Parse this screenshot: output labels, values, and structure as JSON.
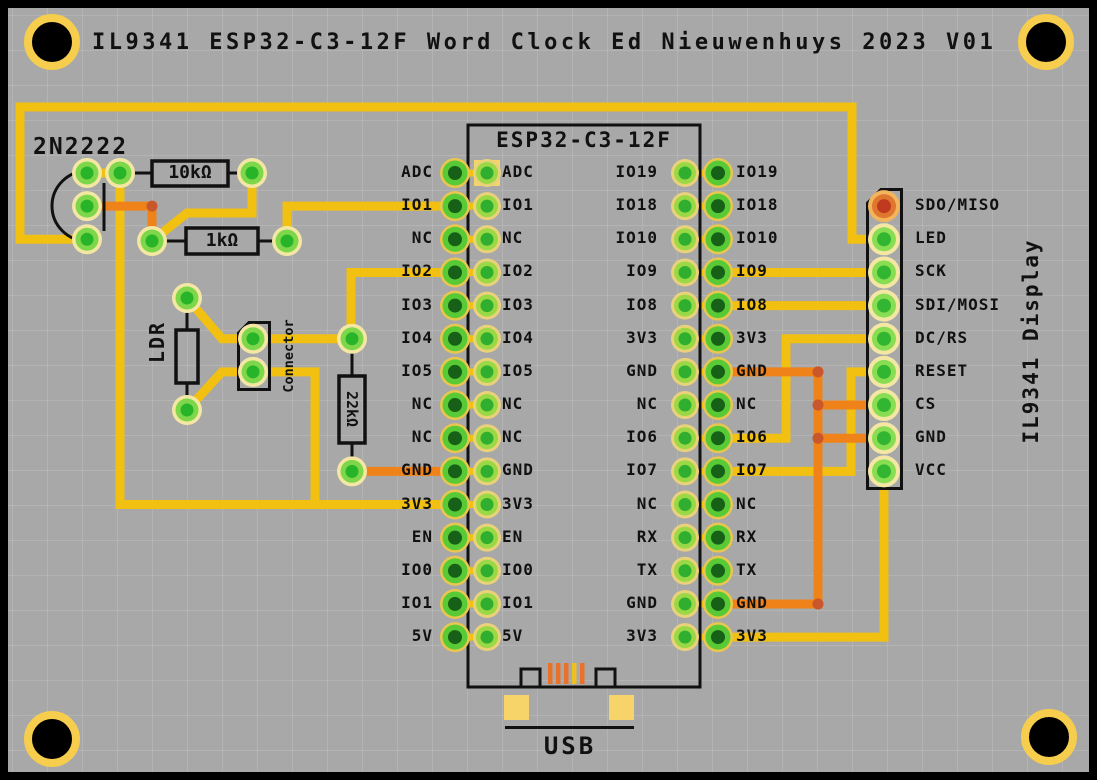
{
  "title": "IL9341 ESP32-C3-12F Word Clock Ed Nieuwenhuys 2023 V01",
  "esp32": {
    "name": "ESP32-C3-12F",
    "usb_label": "USB",
    "left_pins": [
      "ADC",
      "IO1",
      "NC",
      "IO2",
      "IO3",
      "IO4",
      "IO5",
      "NC",
      "NC",
      "GND",
      "3V3",
      "EN",
      "IO0",
      "IO1",
      "5V"
    ],
    "right_pins": [
      "IO19",
      "IO18",
      "IO10",
      "IO9",
      "IO8",
      "3V3",
      "GND",
      "NC",
      "IO6",
      "IO7",
      "NC",
      "RX",
      "TX",
      "GND",
      "3V3"
    ]
  },
  "display": {
    "name": "IL9341 Display",
    "pins": [
      "SDO/MISO",
      "LED",
      "SCK",
      "SDI/MOSI",
      "DC/RS",
      "RESET",
      "CS",
      "GND",
      "VCC"
    ]
  },
  "components": {
    "transistor": "2N2222",
    "resistor1": "10kΩ",
    "resistor2": "1kΩ",
    "resistor3": "22kΩ",
    "ldr": "LDR",
    "connector": "Connector"
  },
  "colors": {
    "board": "#a8a8a8",
    "frame": "#000000",
    "silkscreen": "#111111",
    "trace_yellow": "#f2c011",
    "trace_orange": "#ef831a",
    "junction_dot": "#c9572b",
    "hole_ring_gold": "#f6cd4c",
    "pad_outer": [
      "#e9c74f",
      "#58ca35",
      "#176017"
    ],
    "pad_inner": [
      "#ead27a",
      "#9ad845",
      "#2fae2f"
    ],
    "pad_component": [
      "#f4e7a4",
      "#7ed74a",
      "#28b428"
    ],
    "pad_display": [
      "#f4e7a4",
      "#88dd52",
      "#32b632"
    ],
    "pad_unrouted": [
      "#f2b45c",
      "#e0772e",
      "#bf3a1f"
    ],
    "usb_pad": "#f7d469",
    "usb_stripe_orange": "#e8722a",
    "usb_stripe_yellow": "#f0c020"
  }
}
